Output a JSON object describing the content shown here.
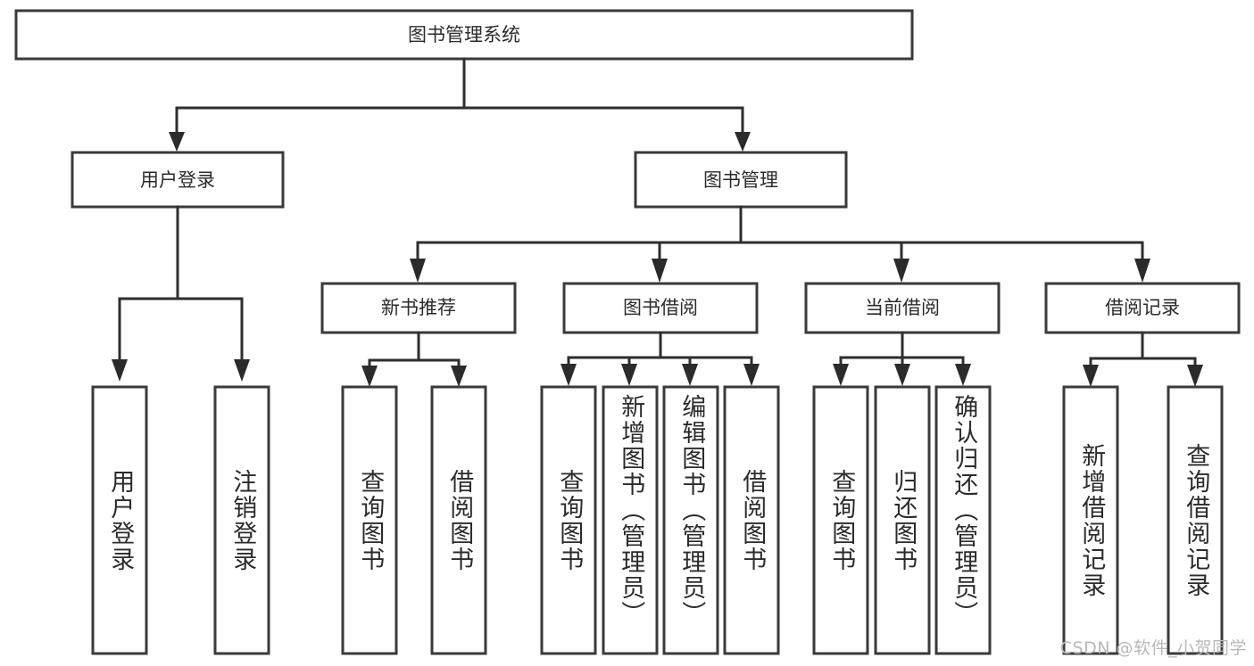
{
  "diagram": {
    "type": "tree",
    "title": "图书管理系统",
    "orientation": "top-down",
    "root": {
      "id": "root",
      "label": "图书管理系统"
    },
    "level1": [
      {
        "id": "user-login",
        "label": "用户登录"
      },
      {
        "id": "book-management",
        "label": "图书管理"
      }
    ],
    "level2": [
      {
        "id": "new-book-recommend",
        "label": "新书推荐",
        "parent": "book-management"
      },
      {
        "id": "book-borrow",
        "label": "图书借阅",
        "parent": "book-management"
      },
      {
        "id": "current-borrow",
        "label": "当前借阅",
        "parent": "book-management"
      },
      {
        "id": "borrow-record",
        "label": "借阅记录",
        "parent": "book-management"
      }
    ],
    "leaves": [
      {
        "id": "leaf-user-login",
        "label": "用户登录",
        "parent": "user-login"
      },
      {
        "id": "leaf-logout",
        "label": "注销登录",
        "parent": "user-login"
      },
      {
        "id": "leaf-query-book-1",
        "label": "查询图书",
        "parent": "new-book-recommend"
      },
      {
        "id": "leaf-borrow-book-1",
        "label": "借阅图书",
        "parent": "new-book-recommend"
      },
      {
        "id": "leaf-query-book-2",
        "label": "查询图书",
        "parent": "book-borrow"
      },
      {
        "id": "leaf-add-book",
        "label": "新增图书（管理员）",
        "parent": "book-borrow"
      },
      {
        "id": "leaf-edit-book",
        "label": "编辑图书（管理员）",
        "parent": "book-borrow"
      },
      {
        "id": "leaf-borrow-book-2",
        "label": "借阅图书",
        "parent": "book-borrow"
      },
      {
        "id": "leaf-query-book-3",
        "label": "查询图书",
        "parent": "current-borrow"
      },
      {
        "id": "leaf-return-book",
        "label": "归还图书",
        "parent": "current-borrow"
      },
      {
        "id": "leaf-confirm-return",
        "label": "确认归还（管理员）",
        "parent": "current-borrow"
      },
      {
        "id": "leaf-add-record",
        "label": "新增借阅记录",
        "parent": "borrow-record"
      },
      {
        "id": "leaf-query-record",
        "label": "查询借阅记录",
        "parent": "borrow-record"
      }
    ],
    "colors": {
      "box_border": "#3a3a3a",
      "connector": "#2e2e2e",
      "text": "#2b2b2b",
      "background": "#ffffff",
      "watermark": "#b8b8b8"
    }
  },
  "watermark": {
    "text": "CSDN @软件_小贺同学"
  }
}
